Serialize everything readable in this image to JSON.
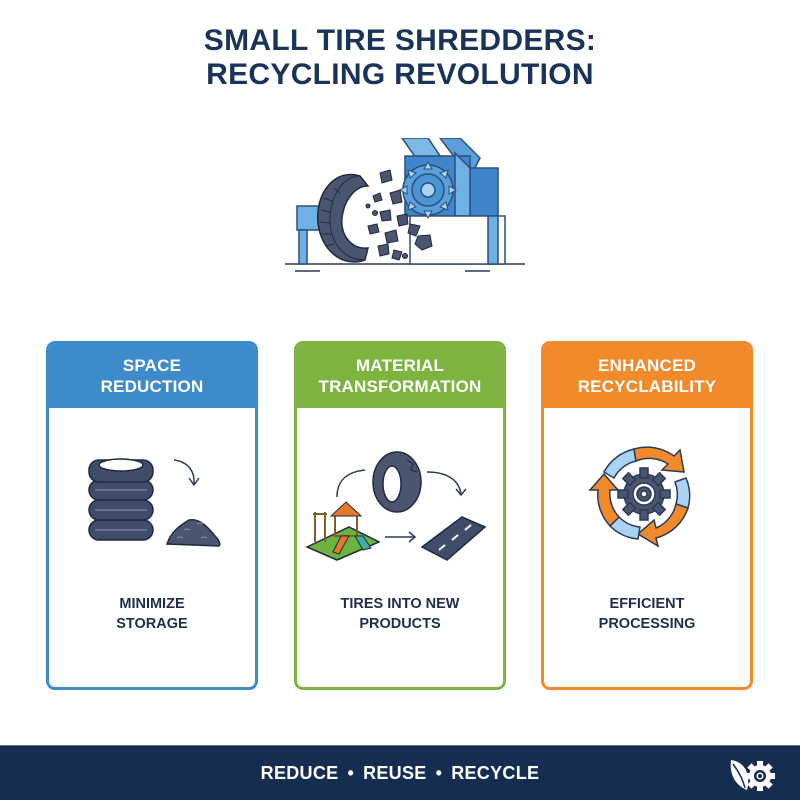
{
  "header": {
    "title_line1": "SMALL TIRE SHREDDERS:",
    "title_line2": "RECYCLING REVOLUTION",
    "hero_illustration": "tire-shredder-machine-icon"
  },
  "cards": [
    {
      "title_line1": "SPACE",
      "title_line2": "REDUCTION",
      "icon": "stacked-tires-to-rubber-pile-icon",
      "caption_line1": "MINIMIZE",
      "caption_line2": "STORAGE",
      "color": "#3e8bcb"
    },
    {
      "title_line1": "MATERIAL",
      "title_line2": "TRANSFORMATION",
      "icon": "tire-to-playground-and-road-icon",
      "caption_line1": "TIRES INTO NEW",
      "caption_line2": "PRODUCTS",
      "color": "#7cb43f"
    },
    {
      "title_line1": "ENHANCED",
      "title_line2": "RECYCLABILITY",
      "icon": "recycle-arrows-gear-icon",
      "caption_line1": "EFFICIENT",
      "caption_line2": "PROCESSING",
      "color": "#f08a2a"
    }
  ],
  "footer": {
    "word1": "REDUCE",
    "word2": "REUSE",
    "word3": "RECYCLE",
    "separator": "•",
    "logo": "leaf-gear-icon",
    "background": "#152d50"
  },
  "colors": {
    "title": "#1a3358",
    "blue": "#3e8bcb",
    "green": "#7cb43f",
    "orange": "#f08a2a",
    "dark_slate": "#4a5570"
  }
}
